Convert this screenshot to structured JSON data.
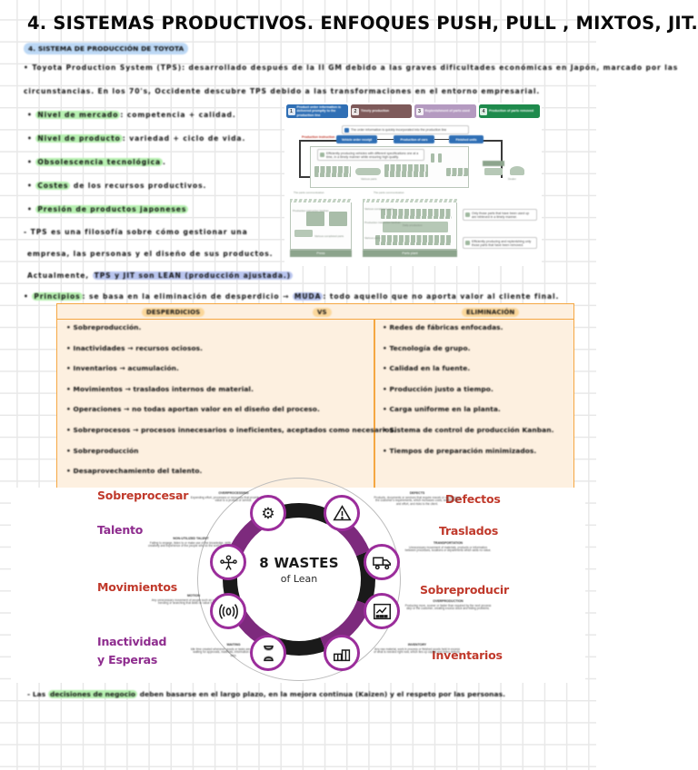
{
  "page": {
    "title": "4. SISTEMAS  PRODUCTIVOS. ENFOQUES  PUSH, PULL , MIXTOS, JIT.",
    "subtitle": "4. SISTEMA DE PRODUCCIÓN DE TOYOTA",
    "paper": "graph-paper",
    "colors": {
      "grid": "#e8e8e8",
      "highlight_green": "#b6f0b0",
      "highlight_blue": "#bcd8f5",
      "highlight_orange": "#fbd79a",
      "table_border": "#f5a742",
      "table_fill": "#fdf0e0",
      "accent_red": "#c0392b",
      "accent_purple": "#8e2c8e"
    }
  },
  "notes": {
    "intro_lines": [
      "Toyota Production System (TPS): desarrollado después de la II GM debido a las graves dificultades económicas en Japón, marcado por las",
      "circunstancias. En los 70's, Occidente descubre TPS debido a las transformaciones en el entorno empresarial."
    ],
    "intro_highlights": [
      "transformaciones",
      "entorno empresarial"
    ],
    "bullets": [
      {
        "highlight": "Nivel de mercado",
        "rest": ": competencia + calidad."
      },
      {
        "highlight": "Nivel de producto",
        "rest": ": variedad + ciclo de vida."
      },
      {
        "highlight": "Obsolescencia tecnológica",
        "rest": "."
      },
      {
        "highlight": "Costes",
        "rest": " de  los recursos productivos."
      },
      {
        "highlight": "Presión de productos japoneses",
        "rest": ""
      }
    ],
    "paragraph_lines": [
      "TPS es una filosofía sobre cómo gestionar una",
      "empresa, las personas y el diseño de sus productos.",
      "Actualmente, TPS y JIT son LEAN (producción ajustada.)"
    ],
    "paragraph_highlight": "TPS y JIT son LEAN (producción ajustada.)",
    "principles_line": {
      "highlight1": "Principios",
      "mid": ": se basa en la eliminación de  desperdicio →",
      "highlight2": "MUDA",
      "rest": ": todo aquello que no aporta valor al cliente final."
    },
    "bottom_note": {
      "pre": "- Las",
      "highlight": "decisiones de negocio",
      "post": "deben basarse en el largo plazo, en la mejora continua (Kaizen)  y el respeto por las personas."
    }
  },
  "tps_diagram": {
    "name": "toyota-production-system-diagram",
    "headers": [
      {
        "num": "1",
        "label": "Product order information is delivered promptly to the production line",
        "color": "#2f6fb5"
      },
      {
        "num": "2",
        "label": "Timely production",
        "color": "#7e5a5a"
      },
      {
        "num": "3",
        "label": "Replenishment of parts used",
        "color": "#b49ac0"
      },
      {
        "num": "4",
        "label": "Production of parts removed",
        "color": "#1e8a4c"
      }
    ],
    "top_caption": "The order information is quickly incorporated into the production line",
    "flow_boxes": [
      "Vehicle order receipt",
      "Production of cars",
      "Finished units"
    ],
    "red_label": "Production instruction",
    "callouts": [
      "Efficiently producing vehicles with different specifications one at a time, in a timely manner while ensuring high quality.",
      "Various parts",
      "Only those parts that have been used up are retrieved in a timely manner.",
      "Efficiently producing and replenishing only those parts that have been removed."
    ],
    "plant_labels": [
      "Press",
      "Parts plant"
    ],
    "sub_labels": [
      "The parts communication",
      "Production instruction kanban",
      "Various completed parts",
      "Various parts",
      "Daily production"
    ]
  },
  "table": {
    "name": "desperdicios-vs-eliminacion",
    "headers": {
      "left": "DESPERDICIOS",
      "middle": "VS",
      "right": "ELIMINACIÓN"
    },
    "left_items": [
      "Sobreproducción.",
      "Inactividades → recursos ociosos.",
      "Inventarios → acumulación.",
      "Movimientos → traslados internos de material.",
      "Operaciones → no todas aportan valor en el diseño del proceso.",
      "Sobreprocesos → procesos innecesarios o ineficientes, aceptados como necesarios.",
      "Sobreproducción",
      "Desaprovechamiento del talento."
    ],
    "right_items": [
      "Redes de fábricas enfocadas.",
      "Tecnología de grupo.",
      "Calidad en la fuente.",
      "Producción justo a tiempo.",
      "Carga uniforme en la planta.",
      "Sistema de control de producción Kanban.",
      "Tiempos de preparación minimizados."
    ]
  },
  "wastes_infographic": {
    "name": "8-wastes-of-lean",
    "center_title": "8 WASTES",
    "center_subtitle": "of Lean",
    "items": [
      {
        "label": "Sobreprocesar",
        "color": "red",
        "icon": "gears-icon",
        "blurb_title": "OVERPROCESSING",
        "blurb": "Expending effort, processes or resources that provide no additional value to a product or service."
      },
      {
        "label": "Defectos",
        "color": "red",
        "icon": "warning-icon",
        "blurb_title": "DEFECTS",
        "blurb": "Products, documents or services that require rework or do not meet the customer's requirements, which increases costs, wasted time and effort, and risks to the client."
      },
      {
        "label": "Traslados",
        "color": "red",
        "icon": "truck-icon",
        "blurb_title": "TRANSPORTATION",
        "blurb": "Unnecessary movement of materials, products or information between processes, locations or departments which adds no value."
      },
      {
        "label": "Sobreproducir",
        "color": "red",
        "icon": "chart-bars-icon",
        "blurb_title": "OVERPRODUCTION",
        "blurb": "Producing more, sooner or faster than required by the next process step or the customer, creating excess stock and hiding problems."
      },
      {
        "label": "Inventarios",
        "color": "red",
        "icon": "inventory-icon",
        "blurb_title": "INVENTORY",
        "blurb": "Any raw material, work in process or finished goods held in excess of what is needed right now, which ties up capital and hides defects."
      },
      {
        "label": "Movimientos",
        "color": "red",
        "icon": "motion-icon",
        "blurb_title": "MOTION",
        "blurb": "Any unnecessary movement of people such as walking, reaching, bending or searching that adds no value to the product."
      },
      {
        "label": "Talento",
        "color": "pur",
        "icon": "people-icon",
        "blurb_title": "NON-UTILIZED TALENT",
        "blurb": "Failing to engage, listen to or make use of the knowledge, skills, creativity and experience of the people who do the work every day."
      },
      {
        "label": "Inactividad y Esperas",
        "color": "pur",
        "icon": "hourglass-icon",
        "blurb_title": "WAITING",
        "blurb": "Idle time created whenever goods or tasks are not moving, such as waiting for approvals, materials, information or the next process step."
      }
    ]
  }
}
